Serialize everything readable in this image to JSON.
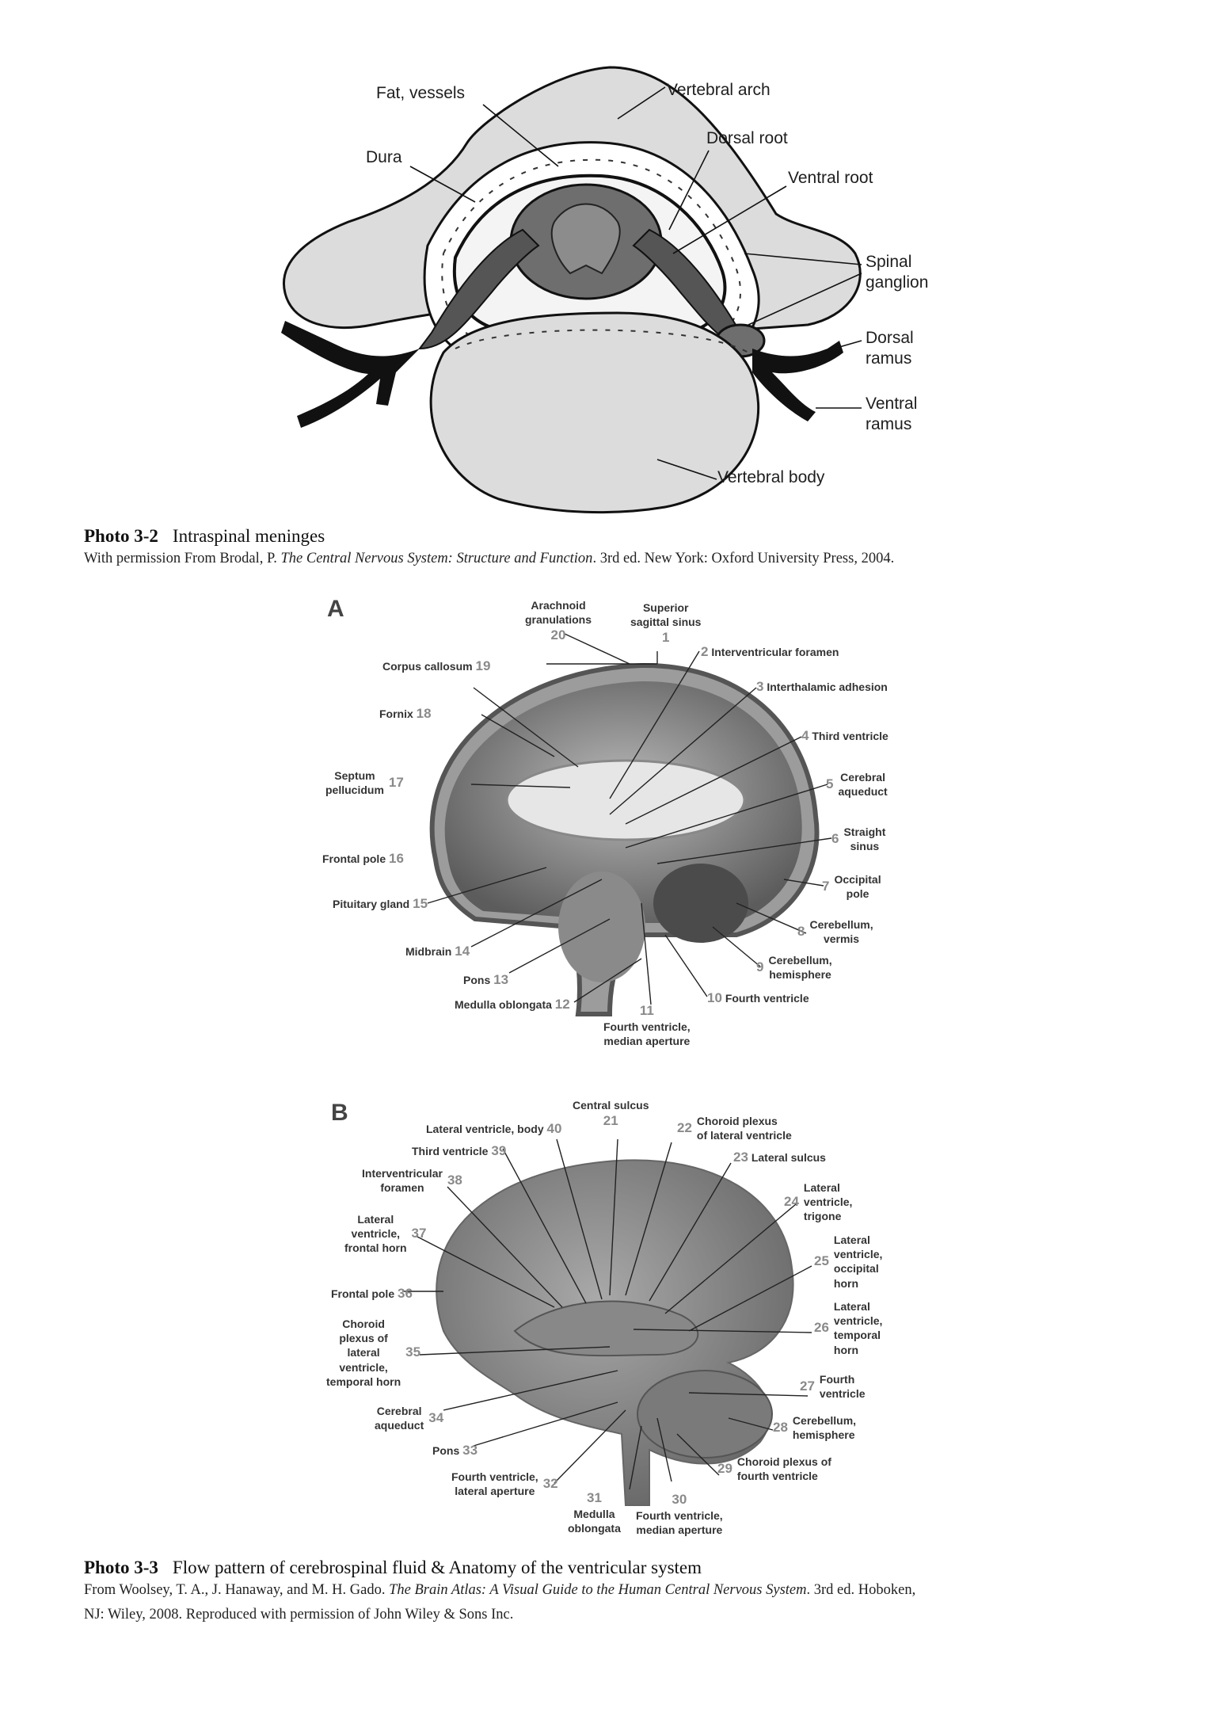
{
  "figure_1": {
    "labels": {
      "fat_vessels": "Fat, vessels",
      "vertebral_arch": "Vertebral arch",
      "dura": "Dura",
      "dorsal_root": "Dorsal root",
      "ventral_root": "Ventral root",
      "spinal_ganglion_1": "Spinal",
      "spinal_ganglion_2": "ganglion",
      "dorsal_ramus_1": "Dorsal",
      "dorsal_ramus_2": "ramus",
      "ventral_ramus_1": "Ventral",
      "ventral_ramus_2": "ramus",
      "vertebral_body": "Vertebral body"
    },
    "caption": {
      "number": "Photo 3-2",
      "title": "Intraspinal meninges",
      "source_prefix": "With permission From Brodal, P. ",
      "source_title": "The Central Nervous System: Structure and Function",
      "source_suffix": ". 3rd ed. New York: Oxford University Press, 2004."
    }
  },
  "figure_2": {
    "panel_a": {
      "letter": "A",
      "labels": [
        {
          "num": "1",
          "text": "Superior\nsagittal sinus"
        },
        {
          "num": "2",
          "text": "Interventricular foramen"
        },
        {
          "num": "3",
          "text": "Interthalamic adhesion"
        },
        {
          "num": "4",
          "text": "Third ventricle"
        },
        {
          "num": "5",
          "text": "Cerebral\naqueduct"
        },
        {
          "num": "6",
          "text": "Straight\nsinus"
        },
        {
          "num": "7",
          "text": "Occipital\npole"
        },
        {
          "num": "8",
          "text": "Cerebellum,\nvermis"
        },
        {
          "num": "9",
          "text": "Cerebellum,\nhemisphere"
        },
        {
          "num": "10",
          "text": "Fourth ventricle"
        },
        {
          "num": "11",
          "text": "Fourth ventricle,\nmedian aperture"
        },
        {
          "num": "12",
          "text": "Medulla oblongata"
        },
        {
          "num": "13",
          "text": "Pons"
        },
        {
          "num": "14",
          "text": "Midbrain"
        },
        {
          "num": "15",
          "text": "Pituitary gland"
        },
        {
          "num": "16",
          "text": "Frontal pole"
        },
        {
          "num": "17",
          "text": "Septum\npellucidum"
        },
        {
          "num": "18",
          "text": "Fornix"
        },
        {
          "num": "19",
          "text": "Corpus callosum"
        },
        {
          "num": "20",
          "text": "Arachnoid\ngranulations"
        }
      ]
    },
    "panel_b": {
      "letter": "B",
      "labels": [
        {
          "num": "21",
          "text": "Central sulcus"
        },
        {
          "num": "22",
          "text": "Choroid plexus\nof lateral ventricle"
        },
        {
          "num": "23",
          "text": "Lateral sulcus"
        },
        {
          "num": "24",
          "text": "Lateral\nventricle,\ntrigone"
        },
        {
          "num": "25",
          "text": "Lateral\nventricle,\noccipital\nhorn"
        },
        {
          "num": "26",
          "text": "Lateral\nventricle,\ntemporal\nhorn"
        },
        {
          "num": "27",
          "text": "Fourth\nventricle"
        },
        {
          "num": "28",
          "text": "Cerebellum,\nhemisphere"
        },
        {
          "num": "29",
          "text": "Choroid plexus of\nfourth ventricle"
        },
        {
          "num": "30",
          "text": "Fourth ventricle,\nmedian aperture"
        },
        {
          "num": "31",
          "text": "Medulla\noblongata"
        },
        {
          "num": "32",
          "text": "Fourth ventricle,\nlateral aperture"
        },
        {
          "num": "33",
          "text": "Pons"
        },
        {
          "num": "34",
          "text": "Cerebral\naqueduct"
        },
        {
          "num": "35",
          "text": "Choroid\nplexus of\nlateral\nventricle,\ntemporal horn"
        },
        {
          "num": "36",
          "text": "Frontal pole"
        },
        {
          "num": "37",
          "text": "Lateral\nventricle,\nfrontal horn"
        },
        {
          "num": "38",
          "text": "Interventricular\nforamen"
        },
        {
          "num": "39",
          "text": "Third ventricle"
        },
        {
          "num": "40",
          "text": "Lateral ventricle, body"
        }
      ]
    },
    "caption": {
      "number": "Photo 3-3",
      "title": "Flow pattern of cerebrospinal fluid & Anatomy of the ventricular system",
      "source_prefix": "From Woolsey, T. A., J. Hanaway, and M. H. Gado. ",
      "source_title": "The Brain Atlas: A Visual Guide to the Human Central Nervous System",
      "source_suffix": ". 3rd ed. Hoboken,",
      "source_line2": "NJ: Wiley, 2008. Reproduced with permission of John Wiley & Sons Inc."
    }
  }
}
